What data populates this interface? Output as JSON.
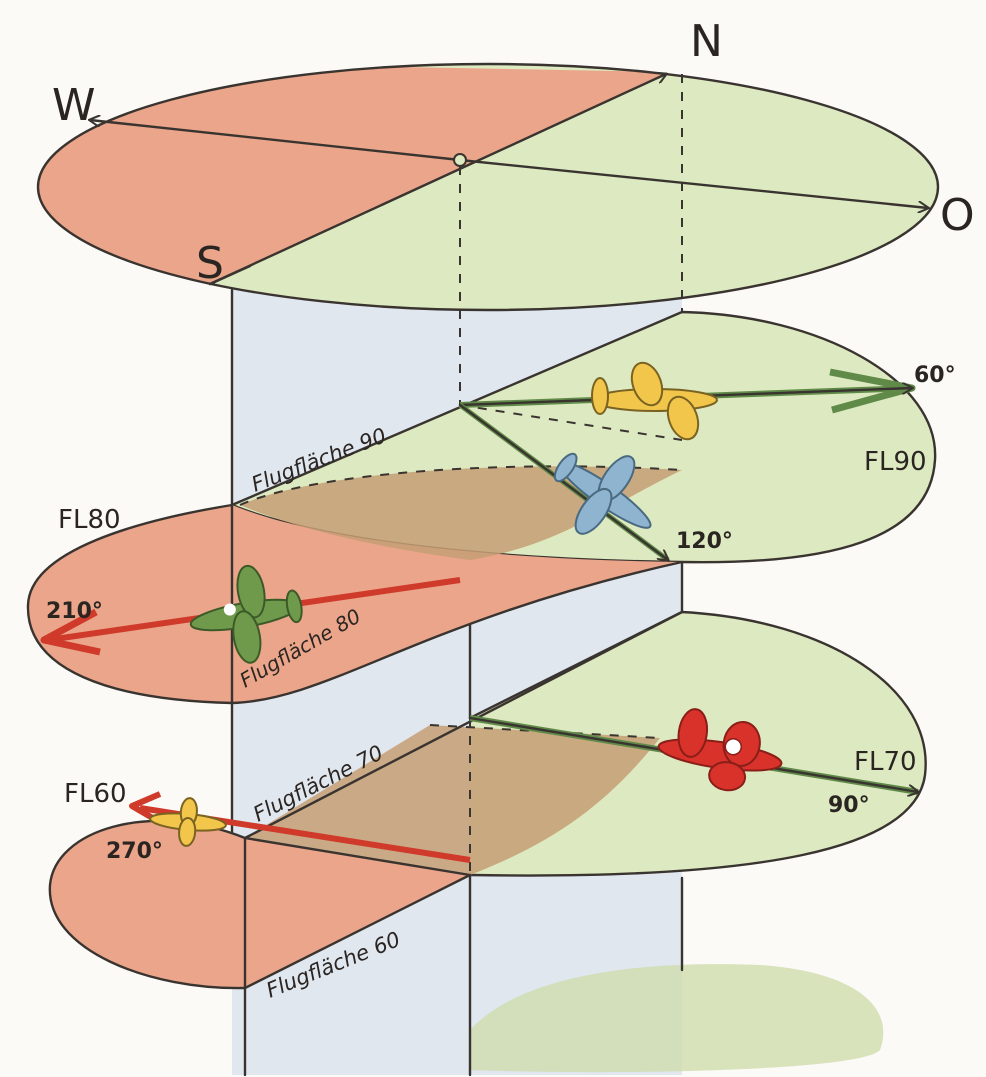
{
  "compass": {
    "north": "N",
    "south": "S",
    "west": "W",
    "east": "O"
  },
  "levels": {
    "fl90": {
      "short_label": "FL90",
      "surface_label": "Flugfläche 90",
      "headings": [
        "60°",
        "120°"
      ]
    },
    "fl80": {
      "short_label": "FL80",
      "surface_label": "Flugfläche 80",
      "headings": [
        "210°"
      ]
    },
    "fl70": {
      "short_label": "FL70",
      "surface_label": "Flugfläche 70",
      "headings": [
        "90°"
      ]
    },
    "fl60": {
      "short_label": "FL60",
      "surface_label": "Flugfläche 60",
      "headings": [
        "270°"
      ]
    }
  },
  "colors": {
    "west_half": "#eaa58a",
    "east_half": "#dde9c0",
    "shadow": "#c59d73",
    "vertical_bg": "#d9e2ee",
    "arrow_green": "#5f8a48",
    "arrow_red": "#cf3a2a",
    "plane_yellow": "#f1c64a",
    "plane_blue": "#8fb4cf",
    "plane_green": "#6f9a4c",
    "plane_red": "#d8322a"
  }
}
